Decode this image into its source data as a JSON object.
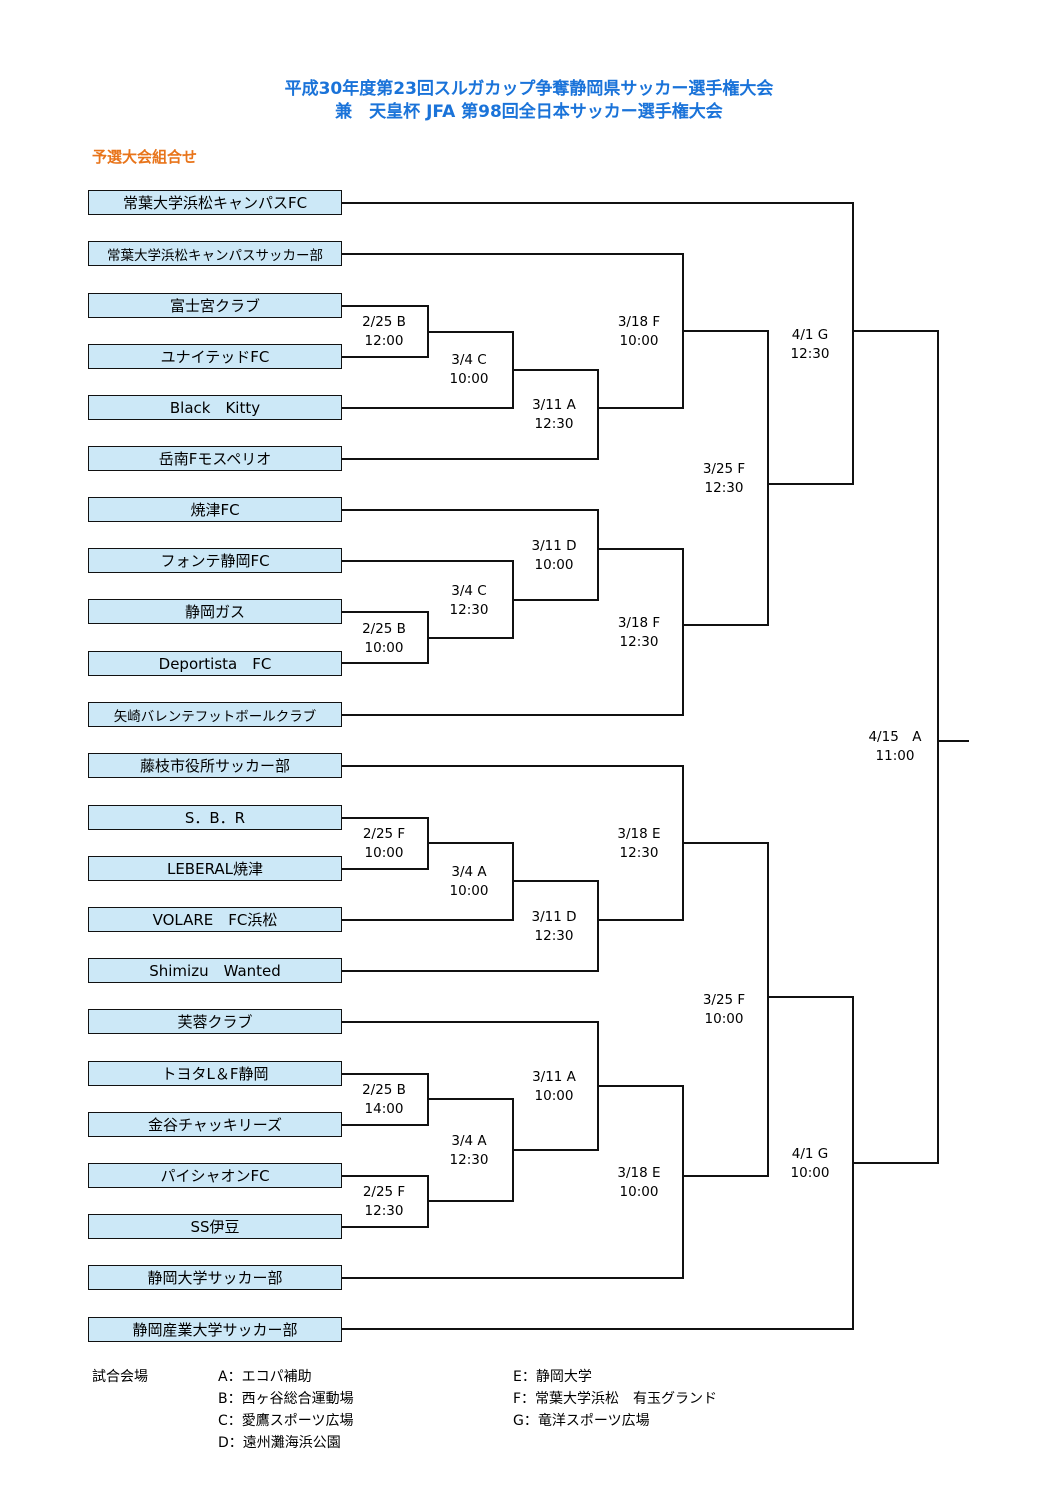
{
  "titles": {
    "line1": "平成30年度第23回スルガカップ争奪静岡県サッカー選手権大会",
    "line2": "兼　天皇杯 JFA 第98回全日本サッカー選手権大会",
    "section": "予選大会組合せ"
  },
  "teams": [
    "常葉大学浜松キャンパスFC",
    "常葉大学浜松キャンパスサッカー部",
    "富士宮クラブ",
    "ユナイテッドFC",
    "Black　Kitty",
    "岳南Fモスペリオ",
    "焼津FC",
    "フォンテ静岡FC",
    "静岡ガス",
    "Deportista　FC",
    "矢崎バレンテフットボールクラブ",
    "藤枝市役所サッカー部",
    "S．B．R",
    "LEBERAL焼津",
    "VOLARE　FC浜松",
    "Shimizu　Wanted",
    "芙蓉クラブ",
    "トヨタL＆F静岡",
    "金谷チャッキリーズ",
    "パイシャオンFC",
    "SS伊豆",
    "静岡大学サッカー部",
    "静岡産業大学サッカー部"
  ],
  "matches": [
    {
      "date": "2/25 B",
      "time": "12:00"
    },
    {
      "date": "3/4 C",
      "time": "10:00"
    },
    {
      "date": "3/11 A",
      "time": "12:30"
    },
    {
      "date": "3/18 F",
      "time": "10:00"
    },
    {
      "date": "2/25 B",
      "time": "10:00"
    },
    {
      "date": "3/4 C",
      "time": "12:30"
    },
    {
      "date": "3/11 D",
      "time": "10:00"
    },
    {
      "date": "3/18 F",
      "time": "12:30"
    },
    {
      "date": "3/25 F",
      "time": "12:30"
    },
    {
      "date": "4/1 G",
      "time": "12:30"
    },
    {
      "date": "2/25 F",
      "time": "10:00"
    },
    {
      "date": "3/4 A",
      "time": "10:00"
    },
    {
      "date": "3/11 D",
      "time": "12:30"
    },
    {
      "date": "3/18 E",
      "time": "12:30"
    },
    {
      "date": "2/25 B",
      "time": "14:00"
    },
    {
      "date": "2/25 F",
      "time": "12:30"
    },
    {
      "date": "3/4 A",
      "time": "12:30"
    },
    {
      "date": "3/11 A",
      "time": "10:00"
    },
    {
      "date": "3/18 E",
      "time": "10:00"
    },
    {
      "date": "3/25 F",
      "time": "10:00"
    },
    {
      "date": "4/1 G",
      "time": "10:00"
    },
    {
      "date": "4/15　A",
      "time": "11:00"
    }
  ],
  "venues": {
    "heading": "試合会場",
    "items": [
      "A：エコパ補助",
      "B：西ヶ谷総合運動場",
      "C：愛鷹スポーツ広場",
      "D：遠州灘海浜公園",
      "E：静岡大学",
      "F：常葉大学浜松　有玉グランド",
      "G：竜洋スポーツ広場"
    ]
  }
}
